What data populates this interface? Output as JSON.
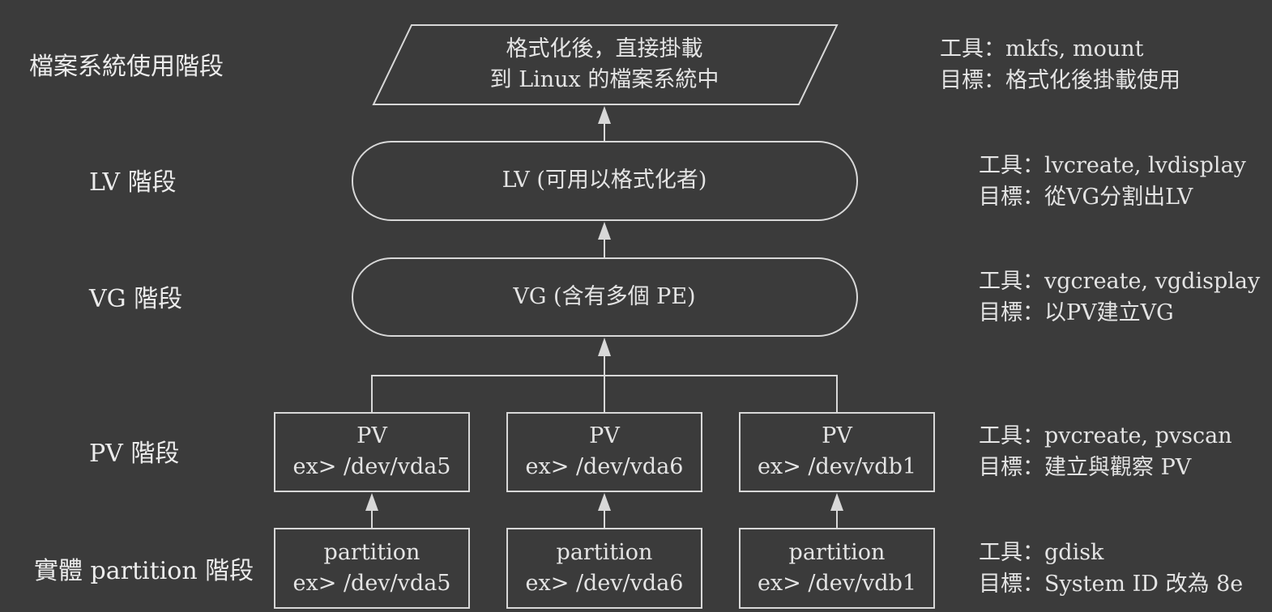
{
  "stages": [
    {
      "id": "fs",
      "label": "檔案系統使用階段",
      "node": {
        "type": "parallelogram",
        "lines": [
          "格式化後，直接掛載",
          "到 Linux 的檔案系統中"
        ]
      },
      "tools": [
        "工具：mkfs, mount",
        "目標：格式化後掛載使用"
      ]
    },
    {
      "id": "lv",
      "label": "LV 階段",
      "node": {
        "type": "rounded",
        "lines": [
          "LV (可用以格式化者)"
        ]
      },
      "tools": [
        "工具：lvcreate, lvdisplay",
        "目標：從VG分割出LV"
      ]
    },
    {
      "id": "vg",
      "label": "VG 階段",
      "node": {
        "type": "rounded",
        "lines": [
          "VG (含有多個 PE)"
        ]
      },
      "tools": [
        "工具：vgcreate, vgdisplay",
        "目標：以PV建立VG"
      ]
    },
    {
      "id": "pv",
      "label": "PV 階段",
      "nodes": [
        {
          "lines": [
            "PV",
            "ex> /dev/vda5"
          ]
        },
        {
          "lines": [
            "PV",
            "ex> /dev/vda6"
          ]
        },
        {
          "lines": [
            "PV",
            "ex> /dev/vdb1"
          ]
        }
      ],
      "tools": [
        "工具：pvcreate, pvscan",
        "目標：建立與觀察 PV"
      ]
    },
    {
      "id": "part",
      "label": "實體 partition 階段",
      "nodes": [
        {
          "lines": [
            "partition",
            "ex> /dev/vda5"
          ]
        },
        {
          "lines": [
            "partition",
            "ex> /dev/vda6"
          ]
        },
        {
          "lines": [
            "partition",
            "ex> /dev/vdb1"
          ]
        }
      ],
      "tools": [
        "工具：gdisk",
        "目標：System ID 改為 8e"
      ]
    }
  ],
  "colors": {
    "background": "#3b3b3b",
    "stroke": "#d8d8d8",
    "text": "#e4e4e4"
  }
}
